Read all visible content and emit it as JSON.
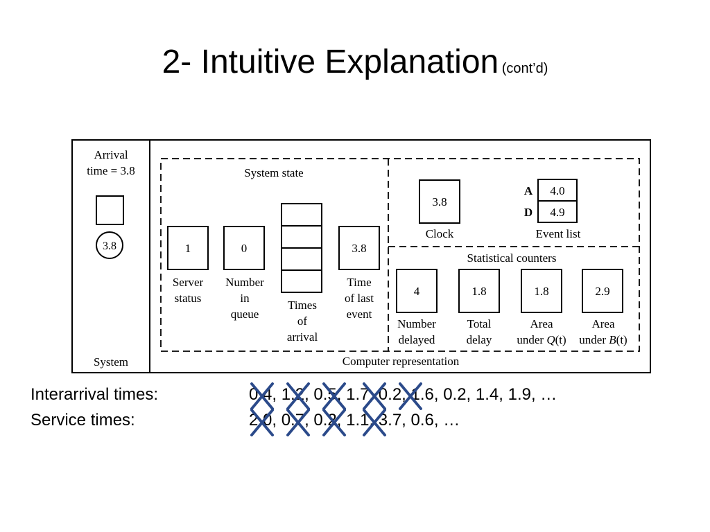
{
  "title": {
    "main": "2- Intuitive Explanation",
    "sub": "(cont’d)"
  },
  "diagram": {
    "system_panel": {
      "arrival_line1": "Arrival",
      "arrival_line2": "time = 3.8",
      "circle_value": "3.8",
      "label": "System"
    },
    "computer_representation_label": "Computer representation",
    "system_state": {
      "label": "System state",
      "server_status": {
        "value": "1",
        "label_lines": [
          "Server",
          "status"
        ]
      },
      "number_in_queue": {
        "value": "0",
        "label_lines": [
          "Number",
          "in",
          "queue"
        ]
      },
      "times_of_arrival": {
        "label_lines": [
          "Times",
          "of",
          "arrival"
        ]
      },
      "time_of_last_event": {
        "value": "3.8",
        "label_lines": [
          "Time",
          "of last",
          "event"
        ]
      }
    },
    "clock": {
      "value": "3.8",
      "label": "Clock"
    },
    "event_list": {
      "label": "Event list",
      "rows": [
        {
          "key": "A",
          "value": "4.0"
        },
        {
          "key": "D",
          "value": "4.9"
        }
      ]
    },
    "statistical_counters": {
      "label": "Statistical counters",
      "number_delayed": {
        "value": "4",
        "label_lines": [
          "Number",
          "delayed"
        ]
      },
      "total_delay": {
        "value": "1.8",
        "label_lines": [
          "Total",
          "delay"
        ]
      },
      "area_q": {
        "value": "1.8",
        "label_line1": "Area",
        "label_line2_pre": "under ",
        "label_line2_var": "Q",
        "label_line2_post": "(t)"
      },
      "area_b": {
        "value": "2.9",
        "label_line1": "Area",
        "label_line2_pre": "under ",
        "label_line2_var": "B",
        "label_line2_post": "(t)"
      }
    }
  },
  "interarrival": {
    "label": "Interarrival times:",
    "values": "0.4, 1.2, 0.5, 1.7, 0.2, 1.6, 0.2, 1.4, 1.9, …",
    "crossed_count": 5
  },
  "service": {
    "label": "Service times:",
    "values": "2.0, 0.7, 0.2, 1.1, 3.7, 0.6, …",
    "crossed_count": 4
  },
  "colors": {
    "cross": "#2b4a8a",
    "ink": "#000000"
  }
}
